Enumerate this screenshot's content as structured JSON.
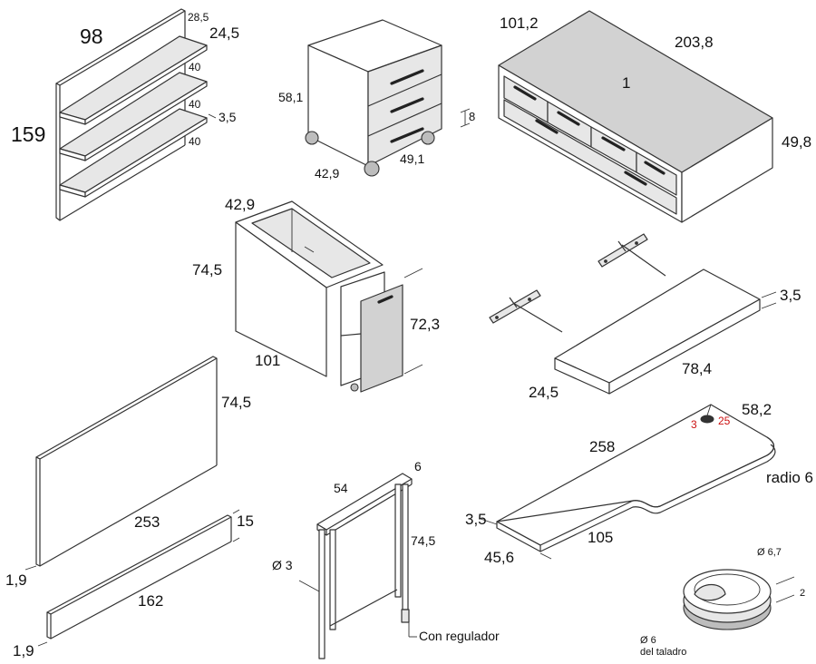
{
  "shelves": {
    "width": "98",
    "height": "159",
    "depth_top": "28,5",
    "depth": "24,5",
    "gap_1": "40",
    "gap_2": "40",
    "gap_3": "40",
    "thickness": "3,5"
  },
  "drawer_unit": {
    "height": "58,1",
    "depth": "42,9",
    "width": "49,1",
    "drawer_height": "8"
  },
  "bed_drawer": {
    "depth": "101,2",
    "length": "203,8",
    "label": "1",
    "height": "49,8"
  },
  "cabinet": {
    "depth": "42,9",
    "height": "74,5",
    "width": "101",
    "side_height": "72,3"
  },
  "shelf_board": {
    "thickness": "3,5",
    "length": "78,4",
    "depth": "24,5"
  },
  "back_panel": {
    "height": "74,5",
    "width": "253",
    "thickness": "1,9"
  },
  "plinth": {
    "height": "15",
    "width": "162",
    "thickness": "1,9"
  },
  "corner_desk": {
    "width": "58,2",
    "hole_offset_1": "3",
    "hole_offset_2": "25",
    "length": "258",
    "radius": "radio 6",
    "thickness": "3,5",
    "short_length": "105",
    "depth": "45,6"
  },
  "leg_frame": {
    "width": "54",
    "profile": "6",
    "height": "74,5",
    "tube": "Ø 3",
    "adjuster": "Con regulador"
  },
  "grommet": {
    "top_diameter": "Ø 6,7",
    "height": "2",
    "drill_label": "Ø 6",
    "drill_note": "del taladro"
  }
}
